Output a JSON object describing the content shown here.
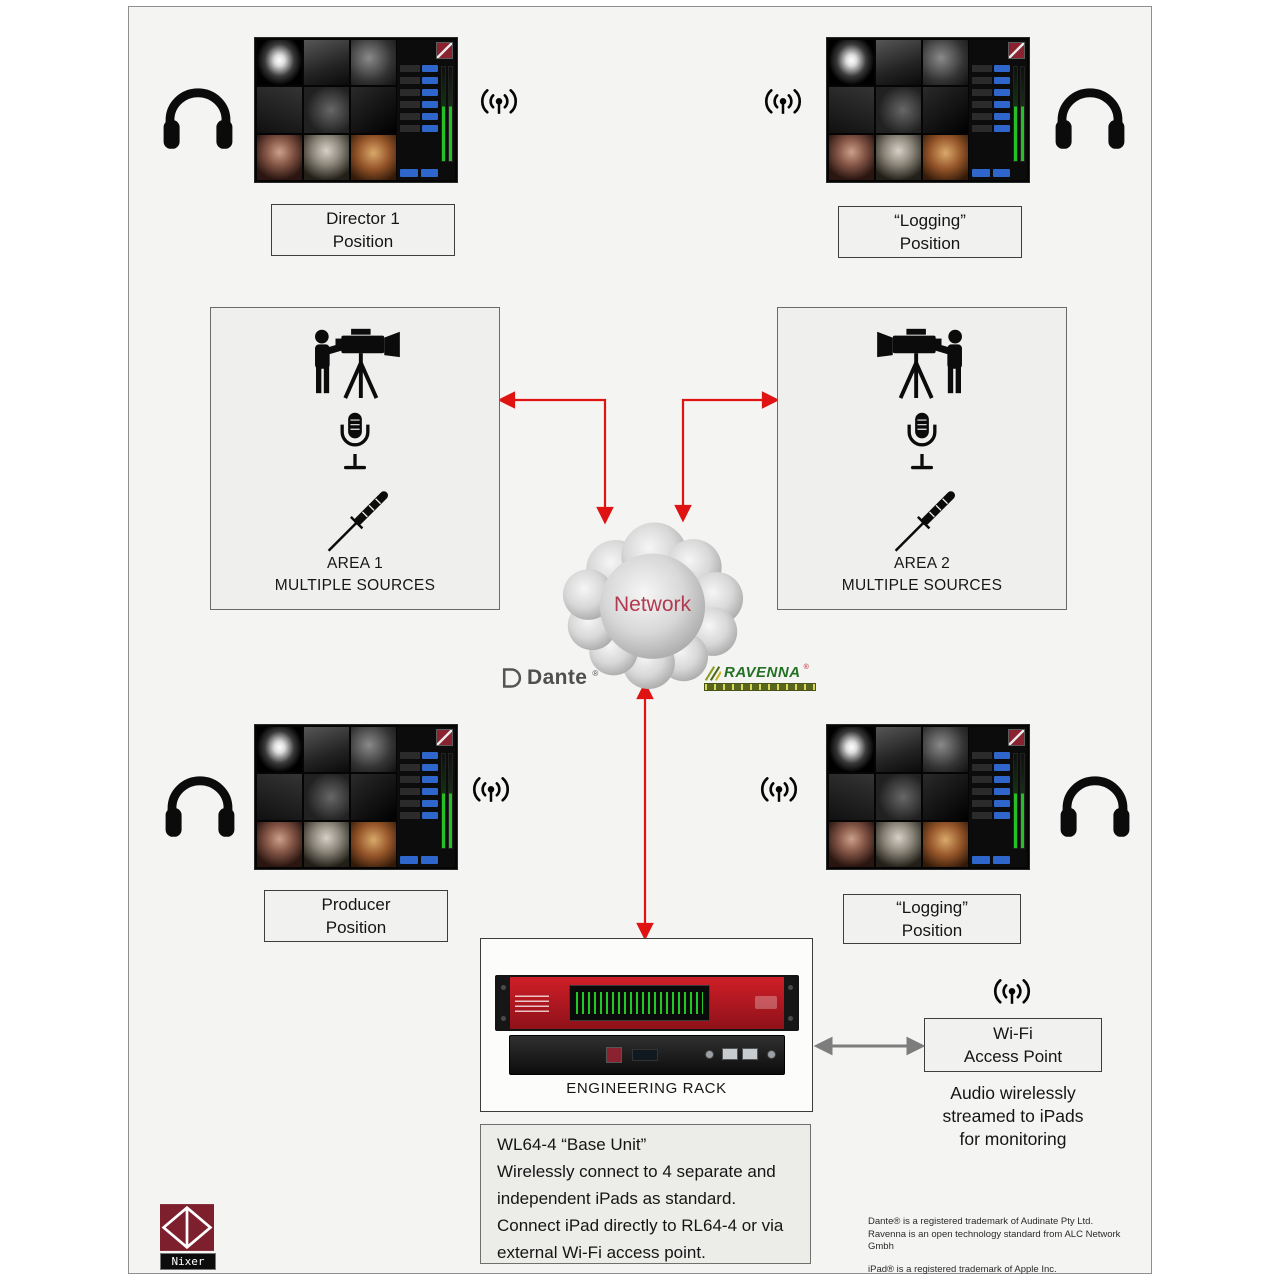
{
  "stations": [
    {
      "line1": "Director 1",
      "line2": "Position"
    },
    {
      "line1": "“Logging”",
      "line2": "Position"
    },
    {
      "line1": "Producer",
      "line2": "Position"
    },
    {
      "line1": "“Logging”",
      "line2": "Position"
    }
  ],
  "areas": [
    {
      "line1": "AREA 1",
      "line2": "MULTIPLE SOURCES"
    },
    {
      "line1": "AREA 2",
      "line2": "MULTIPLE SOURCES"
    }
  ],
  "network": {
    "label": "Network"
  },
  "logos": {
    "dante": {
      "text": "Dante",
      "reg": "®"
    },
    "ravenna": {
      "text": "RAVENNA",
      "reg": "®"
    },
    "nixer": {
      "text": "Nixer"
    }
  },
  "rack": {
    "label": "ENGINEERING RACK"
  },
  "wifi_ap": {
    "line1": "Wi-Fi",
    "line2": "Access Point"
  },
  "wireless_note": {
    "line1": "Audio wirelessly",
    "line2": "streamed to iPads",
    "line3": "for monitoring"
  },
  "base_unit_note": {
    "line1": "WL64-4 “Base Unit”",
    "line2": "Wirelessly connect to 4 separate and",
    "line3": "independent iPads as standard.",
    "line4": "Connect iPad directly to RL64-4 or via",
    "line5": "external Wi-Fi access point."
  },
  "footnotes": {
    "line1": "Dante® is a registered trademark of Audinate Pty Ltd.",
    "line2": "Ravenna is an open technology standard from ALC Network Gmbh",
    "line3": "iPad® is a registered trademark of Apple Inc."
  },
  "colors": {
    "arrow_red": "#e01313",
    "arrow_gray": "#7d7d7d",
    "nixer_maroon": "#7d1f2c",
    "screen_button_blue": "#2e66cc",
    "meter_green": "#25c025",
    "network_label": "#b23a50"
  }
}
